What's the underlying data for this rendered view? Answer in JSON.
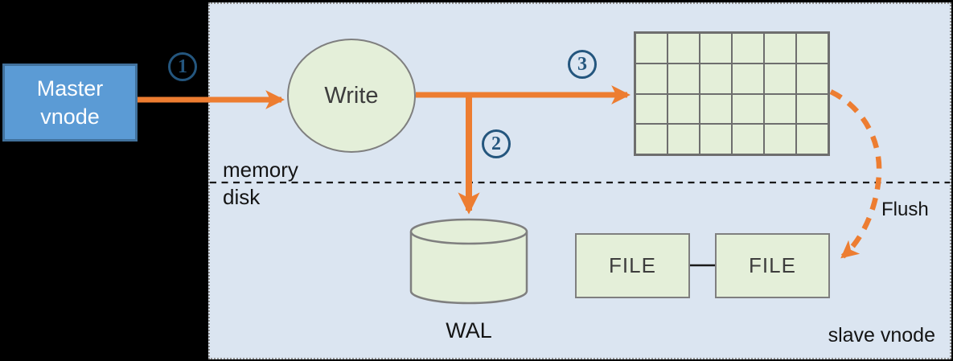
{
  "colors": {
    "background": "#000000",
    "panel_fill": "#dbe5f1",
    "panel_border": "#8f8f8f",
    "node_green_fill": "#e4efd9",
    "node_green_border": "#7f7f7f",
    "grid_line": "#6e6e6e",
    "master_fill": "#5b9bd5",
    "master_border": "#41719c",
    "arrow_orange": "#ed7d31",
    "step_blue": "#24567e",
    "text_dark": "#3d3d3d",
    "line_black": "#1a1a1a"
  },
  "master_node": {
    "line1": "Master",
    "line2": "vnode"
  },
  "write_node": {
    "label": "Write"
  },
  "steps": [
    "1",
    "2",
    "3"
  ],
  "memtable_grid": {
    "rows": 4,
    "cols": 6
  },
  "file_boxes": [
    "FILE",
    "FILE"
  ],
  "labels": {
    "memory": "memory",
    "disk": "disk",
    "wal": "WAL",
    "flush": "Flush",
    "slave": "slave vnode"
  }
}
